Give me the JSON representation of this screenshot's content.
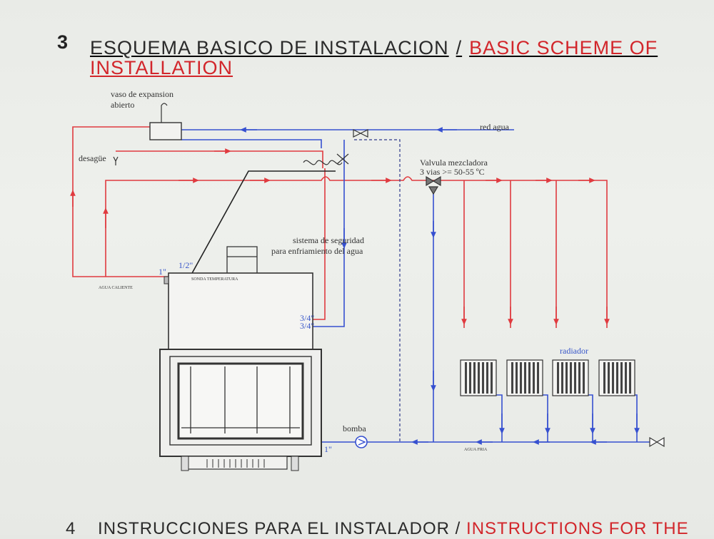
{
  "section": {
    "number": "3",
    "title_es": "ESQUEMA BASICO DE INSTALACION",
    "separator": "/",
    "title_en_1": "BASIC SCHEME OF",
    "title_en_2": "INSTALLATION"
  },
  "labels": {
    "expansion_1": "vaso de expansion",
    "expansion_2": "abierto",
    "drain": "desagüe",
    "water_network": "red agua",
    "mixing_valve_1": "Valvula mezcladora",
    "mixing_valve_2": "3 vias >= 50-55 ºC",
    "safety_1": "sistema de seguridad",
    "safety_2": "para enfriamiento del agua",
    "half_inch": "1/2\"",
    "one_inch": "1\"",
    "hot_water": "AGUA CALIENTE",
    "probe": "SONDA TEMPERATURA",
    "three_quarter_a": "3/4\"",
    "three_quarter_b": "3/4\"",
    "radiator": "radiador",
    "pump": "bomba",
    "one_inch_pump": "1\"",
    "cold_water": "AGUA FRIA"
  },
  "colors": {
    "hot": "#e03a3f",
    "cold": "#3650d0",
    "ink": "#333333"
  },
  "footer": {
    "number": "4",
    "title_es": "INSTRUCCIONES PARA EL INSTALADOR /",
    "title_en": "INSTRUCTIONS FOR THE"
  }
}
